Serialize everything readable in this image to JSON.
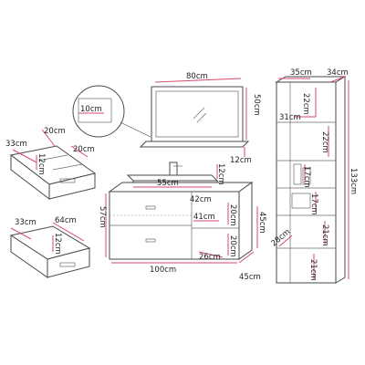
{
  "diagram": {
    "mirror": {
      "width": "80cm",
      "height": "50cm",
      "shelf_depth": "12cm"
    },
    "detail_magnifier": {
      "thickness": "10cm"
    },
    "small_drawer": {
      "depth": "33cm",
      "front_height": "12cm",
      "compartment_a": "20cm",
      "compartment_b": "20cm"
    },
    "large_drawer": {
      "depth": "33cm",
      "width": "64cm",
      "height": "12cm"
    },
    "vanity": {
      "basin_width": "55cm",
      "basin_height": "12cm",
      "height": "57cm",
      "width": "100cm",
      "depth": "45cm",
      "side_cabinet_depth": "42cm",
      "side_niche_width": "41cm",
      "upper_niche_height": "20cm",
      "lower_niche_height": "20cm",
      "lower_niche_depth": "26cm",
      "cabinet_height": "45cm"
    },
    "tall_cabinet": {
      "width": "35cm",
      "depth": "34cm",
      "height": "133cm",
      "inner_depth": "31cm",
      "shelf_1": "22cm",
      "shelf_2": "22cm",
      "shelf_3": "17cm",
      "shelf_4": "17cm",
      "shelf_5": "21cm",
      "shelf_6": "21cm",
      "door_depth": "28cm"
    }
  },
  "colors": {
    "dimension_line": "#d64b6a",
    "outline": "#4a4a4a"
  }
}
